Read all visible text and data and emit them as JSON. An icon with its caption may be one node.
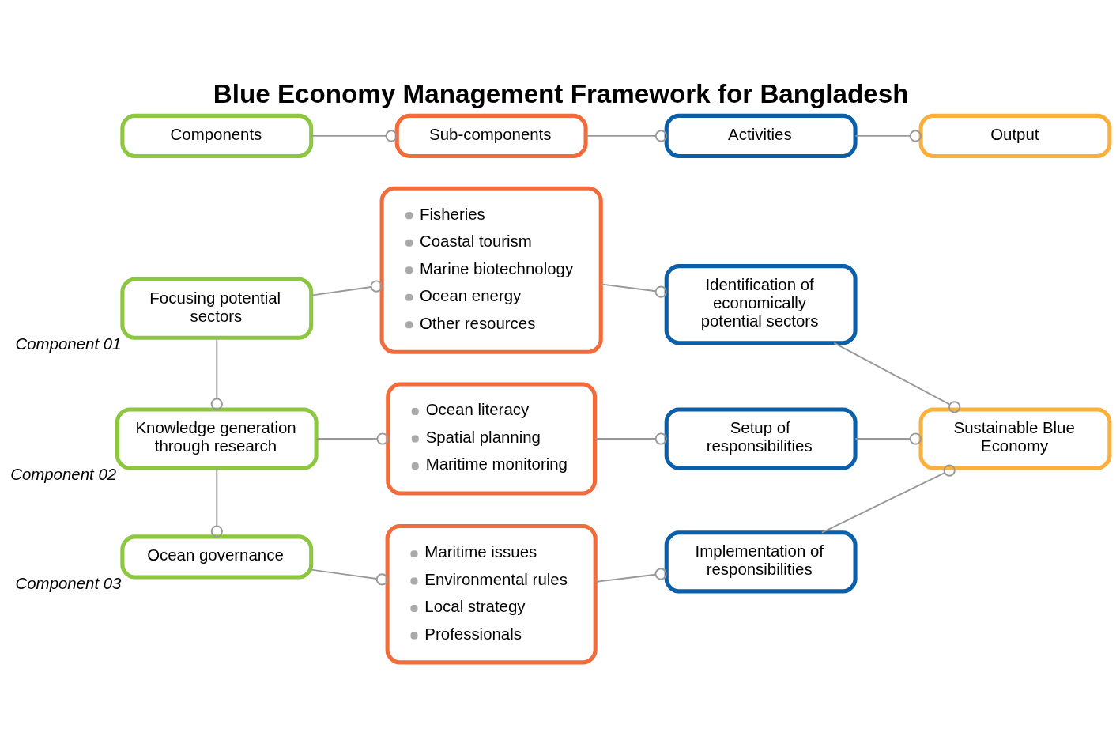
{
  "diagram": {
    "title": "Blue Economy Management Framework for Bangladesh",
    "nodes": [
      {
        "text": [
          "Components"
        ]
      },
      {
        "text": [
          "Sub-components"
        ]
      },
      {
        "text": [
          "Activities"
        ]
      },
      {
        "text": [
          "Output"
        ]
      },
      {
        "text": [
          "Focusing potential sectors"
        ],
        "beside": [
          "Component 01"
        ]
      },
      {
        "text": [
          "Fisheries",
          "Coastal tourism",
          "Marine biotechnology",
          "Ocean energy",
          "Other resources"
        ]
      },
      {
        "text": [
          "Identification of economically potential sectors"
        ]
      },
      {
        "text": [
          "Knowledge generation through research"
        ],
        "beside": [
          "Component 02"
        ]
      },
      {
        "text": [
          "Ocean literacy",
          "Spatial planning",
          "Maritime monitoring"
        ]
      },
      {
        "text": [
          "Setup of responsibilities"
        ]
      },
      {
        "text": [
          "Ocean governance"
        ],
        "beside": [
          "Component 03"
        ]
      },
      {
        "text": [
          "Maritime issues",
          "Environmental rules",
          "Local strategy",
          "Professionals"
        ]
      },
      {
        "text": [
          "Implementation of responsibilities"
        ]
      },
      {
        "text": [
          "Sustainable Blue Economy"
        ]
      }
    ],
    "edges": [
      {
        "from": 0,
        "to": 1,
        "arrow": "other"
      },
      {
        "from": 1,
        "to": 2,
        "arrow": "other"
      },
      {
        "from": 2,
        "to": 3,
        "arrow": "other"
      },
      {
        "from": 4,
        "to": 5,
        "arrow": "other"
      },
      {
        "from": 5,
        "to": 6,
        "arrow": "other"
      },
      {
        "from": 7,
        "to": 8,
        "arrow": "other"
      },
      {
        "from": 8,
        "to": 9,
        "arrow": "other"
      },
      {
        "from": 10,
        "to": 11,
        "arrow": "other"
      },
      {
        "from": 11,
        "to": 12,
        "arrow": "other"
      },
      {
        "from": 4,
        "to": 7,
        "arrow": "other"
      },
      {
        "from": 7,
        "to": 10,
        "arrow": "other"
      },
      {
        "from": 6,
        "to": 13,
        "arrow": "other"
      },
      {
        "from": 9,
        "to": 13,
        "arrow": "other"
      },
      {
        "from": 12,
        "to": 13,
        "arrow": "other"
      }
    ]
  }
}
